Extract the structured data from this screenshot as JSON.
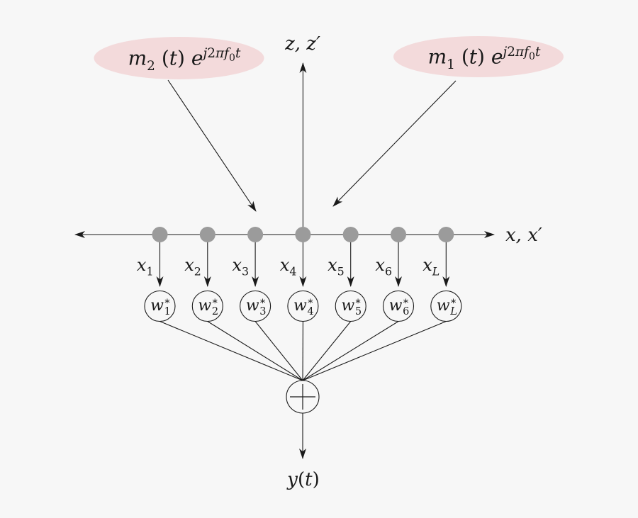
{
  "colors": {
    "bg": "#f7f7f7",
    "ink": "#1a1a1a",
    "dot": "#9b9b9b",
    "ellipse-fill": "#f3dadb"
  },
  "sources": [
    {
      "id": "m2",
      "label_parts": [
        [
          "m",
          "",
          1
        ],
        [
          "2",
          "sub",
          0
        ],
        [
          " ",
          "",
          0
        ],
        [
          "(",
          "",
          0
        ],
        [
          "t",
          "",
          1
        ],
        [
          ")",
          "",
          0
        ],
        [
          " ",
          "",
          0
        ],
        [
          "e",
          "",
          1
        ],
        [
          "j",
          "sup",
          1
        ],
        [
          "2",
          "sup",
          0
        ],
        [
          "π",
          "sup",
          1
        ],
        [
          "f",
          "sup",
          1
        ],
        [
          "0",
          "ss",
          0
        ],
        [
          "t",
          "sup",
          1
        ]
      ]
    },
    {
      "id": "m1",
      "label_parts": [
        [
          "m",
          "",
          1
        ],
        [
          "1",
          "sub",
          0
        ],
        [
          " ",
          "",
          0
        ],
        [
          "(",
          "",
          0
        ],
        [
          "t",
          "",
          1
        ],
        [
          ")",
          "",
          0
        ],
        [
          " ",
          "",
          0
        ],
        [
          "e",
          "",
          1
        ],
        [
          "j",
          "sup",
          1
        ],
        [
          "2",
          "sup",
          0
        ],
        [
          "π",
          "sup",
          1
        ],
        [
          "f",
          "sup",
          1
        ],
        [
          "0",
          "ss",
          0
        ],
        [
          "t",
          "sup",
          1
        ]
      ]
    }
  ],
  "axes": {
    "z": {
      "label": "z, z′"
    },
    "x": {
      "label": "x, x′"
    }
  },
  "array": {
    "element_count": 7,
    "input_labels": [
      [
        [
          "x",
          "",
          1
        ],
        [
          "1",
          "sub",
          0
        ]
      ],
      [
        [
          "x",
          "",
          1
        ],
        [
          "2",
          "sub",
          0
        ]
      ],
      [
        [
          "x",
          "",
          1
        ],
        [
          "3",
          "sub",
          0
        ]
      ],
      [
        [
          "x",
          "",
          1
        ],
        [
          "4",
          "sub",
          0
        ]
      ],
      [
        [
          "x",
          "",
          1
        ],
        [
          "5",
          "sub",
          0
        ]
      ],
      [
        [
          "x",
          "",
          1
        ],
        [
          "6",
          "sub",
          0
        ]
      ],
      [
        [
          "x",
          "",
          1
        ],
        [
          "L",
          "sub",
          1
        ]
      ]
    ],
    "weight_labels": [
      [
        [
          "w",
          "",
          1
        ],
        [
          "∗",
          "sup",
          0
        ],
        [
          "1",
          "sub",
          0,
          1
        ]
      ],
      [
        [
          "w",
          "",
          1
        ],
        [
          "∗",
          "sup",
          0
        ],
        [
          "2",
          "sub",
          0,
          1
        ]
      ],
      [
        [
          "w",
          "",
          1
        ],
        [
          "∗",
          "sup",
          0
        ],
        [
          "3",
          "sub",
          0,
          1
        ]
      ],
      [
        [
          "w",
          "",
          1
        ],
        [
          "∗",
          "sup",
          0
        ],
        [
          "4",
          "sub",
          0,
          1
        ]
      ],
      [
        [
          "w",
          "",
          1
        ],
        [
          "∗",
          "sup",
          0
        ],
        [
          "5",
          "sub",
          0,
          1
        ]
      ],
      [
        [
          "w",
          "",
          1
        ],
        [
          "∗",
          "sup",
          0
        ],
        [
          "6",
          "sub",
          0,
          1
        ]
      ],
      [
        [
          "w",
          "",
          1
        ],
        [
          "∗",
          "sup",
          0
        ],
        [
          "L",
          "sub",
          1,
          1
        ]
      ]
    ]
  },
  "summer": {
    "symbol": "+"
  },
  "output": {
    "label_parts": [
      [
        "y",
        "",
        1
      ],
      [
        "(",
        "",
        0
      ],
      [
        "t",
        "",
        1
      ],
      [
        ")",
        "",
        0
      ]
    ]
  }
}
